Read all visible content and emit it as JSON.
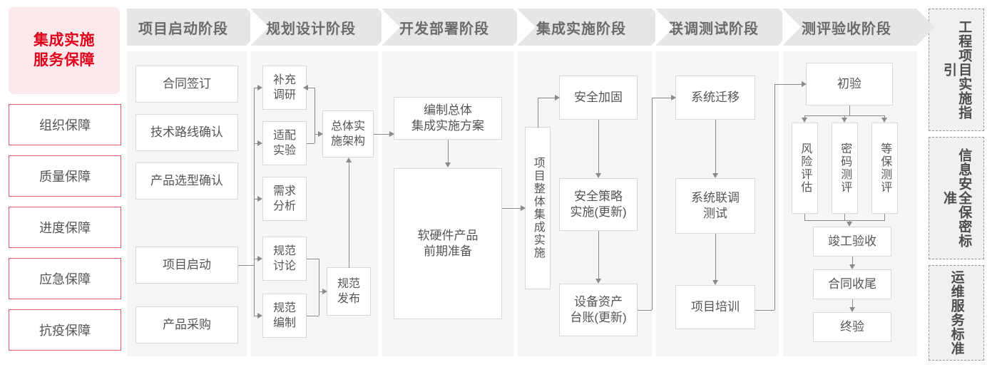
{
  "left_panel": {
    "hero_title": "集成实施\n服务保障",
    "hero_line1": "集成实施",
    "hero_line2": "服务保障",
    "accent_color": "#e1001a",
    "hero_bg": "#fce9ec",
    "border_color": "#e05a6b",
    "items": [
      {
        "label": "组织保障"
      },
      {
        "label": "质量保障"
      },
      {
        "label": "进度保障"
      },
      {
        "label": "应急保障"
      },
      {
        "label": "抗疫保障"
      }
    ]
  },
  "stages": [
    {
      "title": "项目启动阶段"
    },
    {
      "title": "规划设计阶段"
    },
    {
      "title": "开发部署阶段"
    },
    {
      "title": "集成实施阶段"
    },
    {
      "title": "联调测试阶段"
    },
    {
      "title": "测评验收阶段"
    }
  ],
  "nodes": {
    "s1": [
      {
        "label": "合同签订"
      },
      {
        "label": "技术路线确认"
      },
      {
        "label": "产品选型确认"
      },
      {
        "label": "项目启动"
      },
      {
        "label": "产品采购"
      }
    ],
    "s2": [
      {
        "label": "补充\n调研",
        "l1": "补充",
        "l2": "调研"
      },
      {
        "label": "适配\n实验",
        "l1": "适配",
        "l2": "实验"
      },
      {
        "label": "需求\n分析",
        "l1": "需求",
        "l2": "分析"
      },
      {
        "label": "规范\n讨论",
        "l1": "规范",
        "l2": "讨论"
      },
      {
        "label": "规范\n编制",
        "l1": "规范",
        "l2": "编制"
      },
      {
        "label": "总体实\n施架构",
        "l1": "总体实",
        "l2": "施架构"
      },
      {
        "label": "规范\n发布",
        "l1": "规范",
        "l2": "发布"
      }
    ],
    "s3": [
      {
        "label": "编制总体\n集成实施方案",
        "l1": "编制总体",
        "l2": "集成实施方案"
      },
      {
        "label": "软硬件产品\n前期准备",
        "l1": "软硬件产品",
        "l2": "前期准备"
      }
    ],
    "s4": [
      {
        "label": "项目整体集成实施",
        "vertical": true
      },
      {
        "label": "安全加固"
      },
      {
        "label": "安全策略\n实施(更新)",
        "l1": "安全策略",
        "l2": "实施(更新)"
      },
      {
        "label": "设备资产\n台账(更新)",
        "l1": "设备资产",
        "l2": "台账(更新)"
      }
    ],
    "s5": [
      {
        "label": "系统迁移"
      },
      {
        "label": "系统联调\n测试",
        "l1": "系统联调",
        "l2": "测试"
      },
      {
        "label": "项目培训"
      }
    ],
    "s6": [
      {
        "label": "初验"
      },
      {
        "label": "风险评估",
        "vertical": true
      },
      {
        "label": "密码测评",
        "vertical": true
      },
      {
        "label": "等保测评",
        "vertical": true
      },
      {
        "label": "竣工验收"
      },
      {
        "label": "合同收尾"
      },
      {
        "label": "终验"
      }
    ]
  },
  "standards": [
    {
      "label": "工程项目实施指引"
    },
    {
      "label": "信息安全保密标准"
    },
    {
      "label": "运维服务标准"
    }
  ]
}
